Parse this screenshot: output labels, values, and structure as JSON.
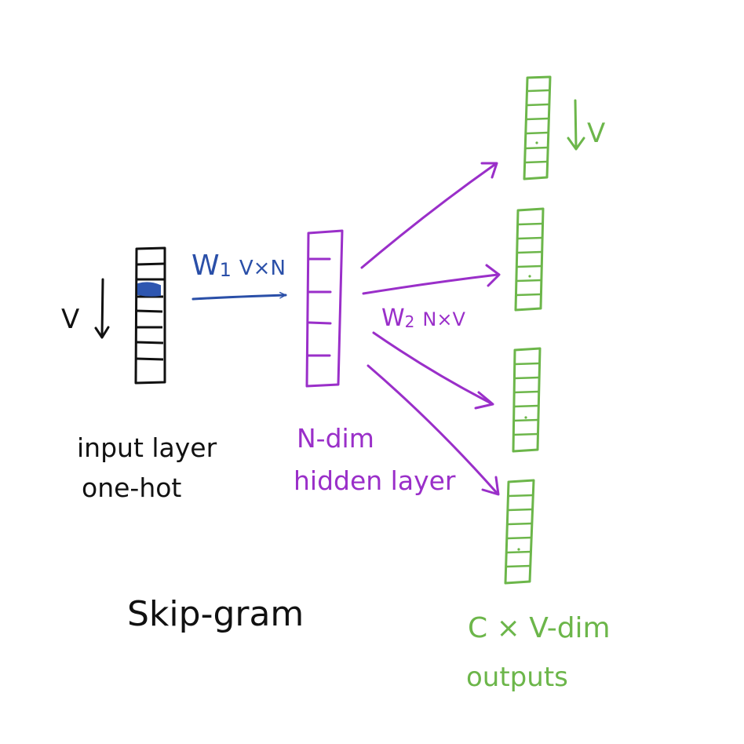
{
  "colors": {
    "input": "#111111",
    "input_hot": "#2e56b0",
    "weights_in": "#2a4fa8",
    "hidden": "#9a2fc9",
    "output": "#6cb64a",
    "background": "#ffffff"
  },
  "input_layer": {
    "dimension_label": "V",
    "caption_line1": "input layer",
    "caption_line2": "one-hot"
  },
  "weights_in": {
    "label": "W",
    "subscript": "1",
    "shape": "V×N"
  },
  "hidden_layer": {
    "caption_line1": "N-dim",
    "caption_line2": "hidden layer"
  },
  "weights_out": {
    "label": "W",
    "subscript": "2",
    "shape": "N×V"
  },
  "output_layer": {
    "dimension_label": "V",
    "caption_line1": "C × V-dim",
    "caption_line2": "outputs",
    "count": 4
  },
  "diagram_title": "Skip-gram"
}
